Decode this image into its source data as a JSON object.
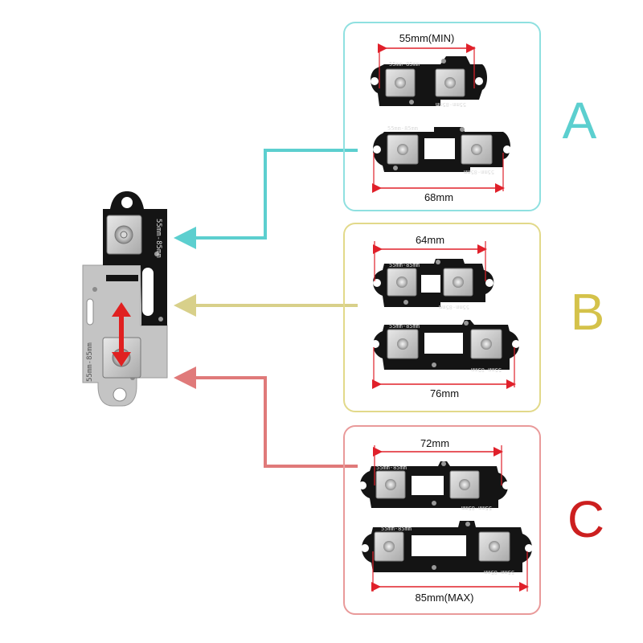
{
  "main_part": {
    "engraving": "55mm-85mm"
  },
  "configs": [
    {
      "letter": "A",
      "color": "#5ccfcf",
      "top_dimension": "55mm(MIN)",
      "bottom_dimension": "68mm",
      "engraving": "55mm-85mm"
    },
    {
      "letter": "B",
      "color": "#d4c24a",
      "top_dimension": "64mm",
      "bottom_dimension": "76mm",
      "engraving": "55mm-85mm"
    },
    {
      "letter": "C",
      "color": "#cc1f1f",
      "frame_color": "#e07a7a",
      "top_dimension": "72mm",
      "bottom_dimension": "85mm(MAX)",
      "engraving": "55mm-85mm"
    }
  ],
  "colors": {
    "dimension_line": "#e0202a",
    "plate_black": "#141414",
    "plate_silver": "#bdbdbd",
    "adjust_arrow": "#e02020"
  }
}
